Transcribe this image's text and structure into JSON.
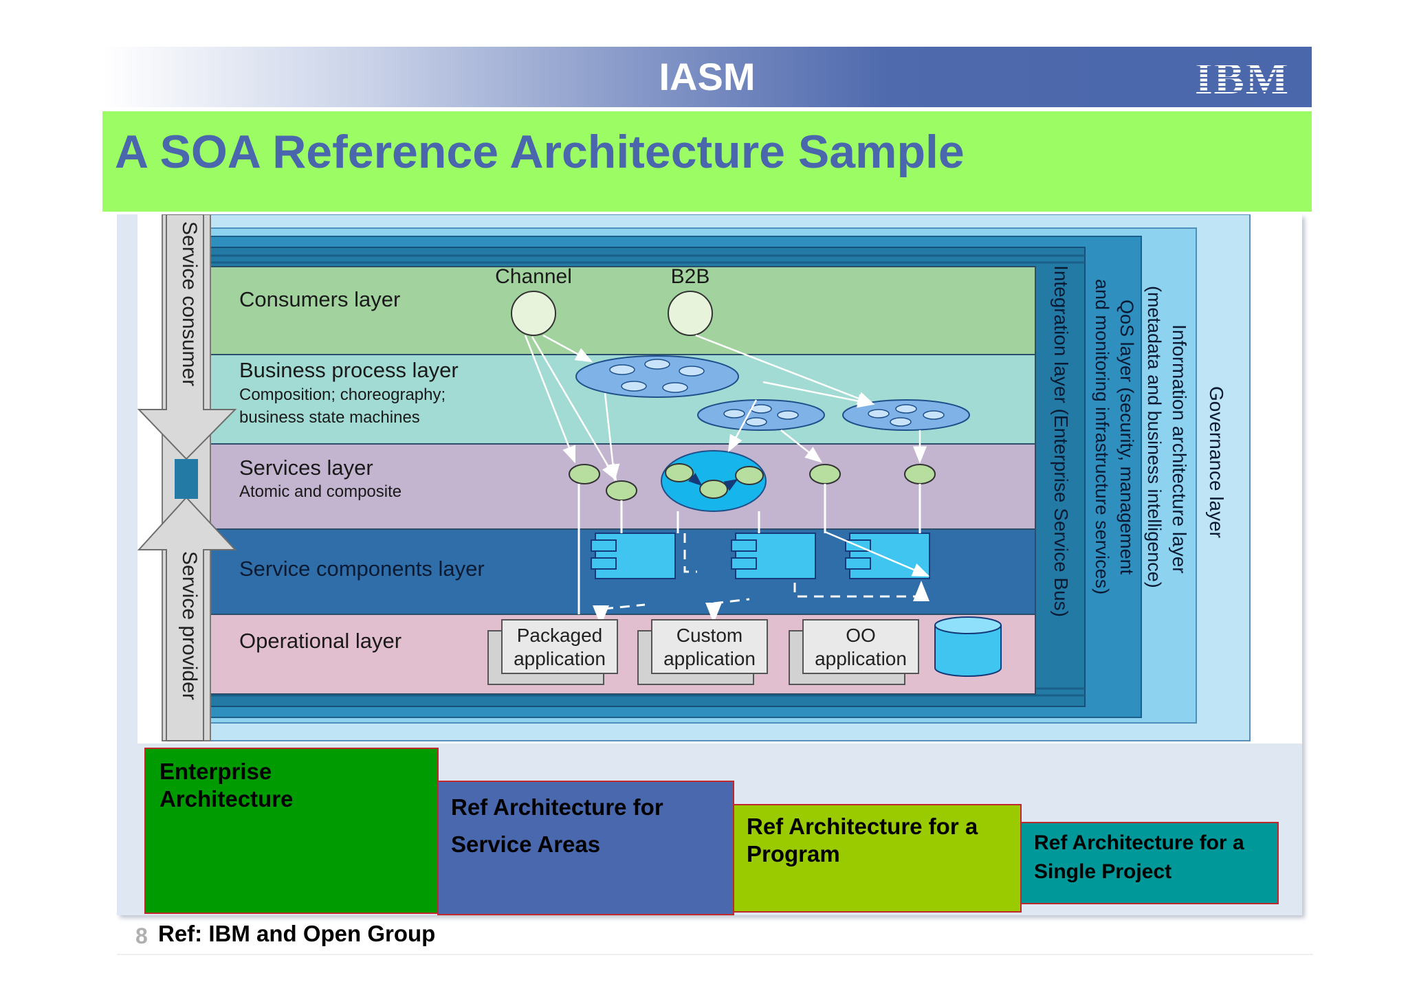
{
  "header": {
    "title": "IASM",
    "logo_text": "IBM"
  },
  "slide": {
    "title": "A SOA Reference Architecture Sample"
  },
  "diagram": {
    "side_arrows": {
      "top": "Service consumer",
      "bottom": "Service provider"
    },
    "layers": {
      "consumers": "Consumers layer",
      "business_process": "Business process layer",
      "business_process_sub1": "Composition; choreography;",
      "business_process_sub2": "business state machines",
      "services": "Services layer",
      "services_sub": "Atomic and composite",
      "service_components": "Service components layer",
      "operational": "Operational layer"
    },
    "consumers": {
      "channel": "Channel",
      "b2b": "B2B"
    },
    "applications": {
      "packaged_1": "Packaged",
      "packaged_2": "application",
      "custom_1": "Custom",
      "custom_2": "application",
      "oo_1": "OO",
      "oo_2": "application"
    },
    "vertical_layers": {
      "integration": "Integration layer (Enterprise Service Bus)",
      "qos_1": "QoS layer (security, management",
      "qos_2": "and monitoring infrastructure services)",
      "info_1": "Information architecture layer",
      "info_2": "(metadata and business intelligence)",
      "governance": "Governance layer"
    },
    "colors": {
      "consumers": "#a2d39f",
      "business_process": "#a1dbd3",
      "services": "#c3b4d0",
      "service_components": "#2f6ea9",
      "operational": "#e2bfce",
      "node": "#b7de9f",
      "bus": "#237ba5",
      "component": "#3fc5f0"
    }
  },
  "levels": [
    {
      "label_1": "Enterprise",
      "label_2": "Architecture",
      "color": "#009b00"
    },
    {
      "label_1": "Ref Architecture  for",
      "label_2": "Service Areas",
      "color": "#4a68ae"
    },
    {
      "label_1": "Ref Architecture for a",
      "label_2": "Program",
      "color": "#9acb00"
    },
    {
      "label_1": "Ref Architecture for  a",
      "label_2": "Single Project",
      "color": "#009899"
    }
  ],
  "footer": {
    "page_number": "8",
    "reference": "Ref: IBM and Open Group"
  }
}
